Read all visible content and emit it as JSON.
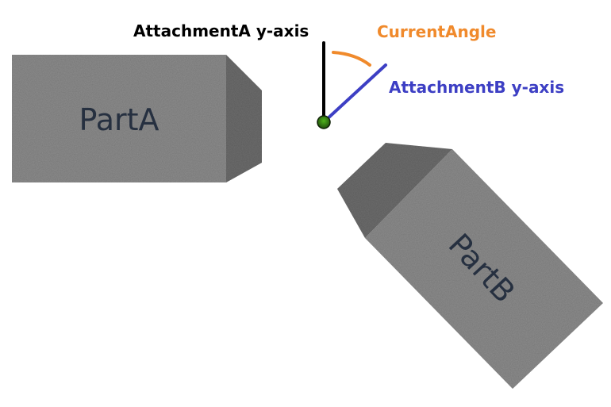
{
  "labels": {
    "attachment_a": "AttachmentA y-axis",
    "attachment_b": "AttachmentB y-axis",
    "current_angle": "CurrentAngle"
  },
  "parts": {
    "part_a": "PartA",
    "part_b": "PartB"
  },
  "colors": {
    "attachment_a": "#000000",
    "attachment_b": "#3d3fc4",
    "current_angle": "#f08a2c",
    "part_top": "#8e8e8e",
    "part_side": "#6e6e6e",
    "part_text": "#263040",
    "pivot": "#2e7a10"
  }
}
